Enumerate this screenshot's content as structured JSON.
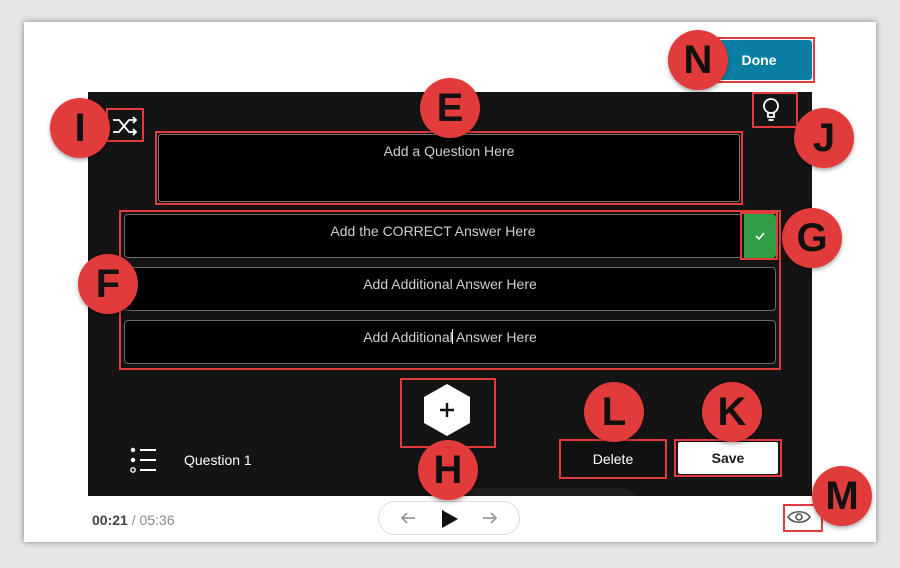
{
  "editor": {
    "question_placeholder": "Add a Question Here",
    "correct_answer_placeholder": "Add the CORRECT Answer Here",
    "additional_answer_1": "Add Additional Answer Here",
    "additional_answer_2_before_caret": "Add Additional",
    "additional_answer_2_after_caret": " Answer Here",
    "question_label": "Question 1",
    "delete_label": "Delete",
    "save_label": "Save",
    "done_label": "Done"
  },
  "playback": {
    "current_time": "00:21",
    "separator": " / ",
    "total_time": "05:36"
  },
  "callouts": {
    "e": "E",
    "f": "F",
    "g": "G",
    "h": "H",
    "i": "I",
    "j": "J",
    "k": "K",
    "l": "L",
    "m": "M",
    "n": "N"
  },
  "colors": {
    "callout_red": "#e23b3b",
    "done_blue": "#0b7fa3",
    "correct_green": "#2f9e44",
    "player_bg": "#141414"
  },
  "icons": {
    "shuffle": "shuffle-icon",
    "hint": "lightbulb-icon",
    "correct_toggle": "checkmark-icon",
    "add_question": "plus-icon",
    "question_list": "list-icon",
    "previous": "arrow-left-icon",
    "play": "play-icon",
    "next": "arrow-right-icon",
    "preview": "eye-icon"
  }
}
